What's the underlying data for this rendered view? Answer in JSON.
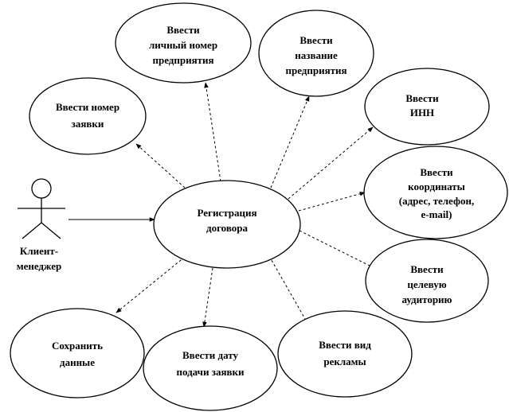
{
  "diagram": {
    "actor": {
      "label_line1": "Клиент-",
      "label_line2": "менеджер"
    },
    "central": {
      "line1": "Регистрация",
      "line2": "договора"
    },
    "usecases": {
      "enter_request_number": {
        "line1": "Ввести номер",
        "line2": "заявки"
      },
      "enter_personal_number": {
        "line1": "Ввести",
        "line2": "личный номер",
        "line3": "предприятия"
      },
      "enter_company_name": {
        "line1": "Ввести",
        "line2": "название",
        "line3": "предприятия"
      },
      "enter_inn": {
        "line1": "Ввести",
        "line2": "ИНН"
      },
      "enter_coordinates": {
        "line1": "Ввести",
        "line2": "координаты",
        "line3": "(адрес, телефон,",
        "line4": "e-mail)"
      },
      "enter_target_audience": {
        "line1": "Ввести",
        "line2": "целевую",
        "line3": "аудиторию"
      },
      "enter_ad_type": {
        "line1": "Ввести вид",
        "line2": "рекламы"
      },
      "enter_request_date": {
        "line1": "Ввести дату",
        "line2": "подачи заявки"
      },
      "save_data": {
        "line1": "Сохранить",
        "line2": "данные"
      }
    }
  }
}
